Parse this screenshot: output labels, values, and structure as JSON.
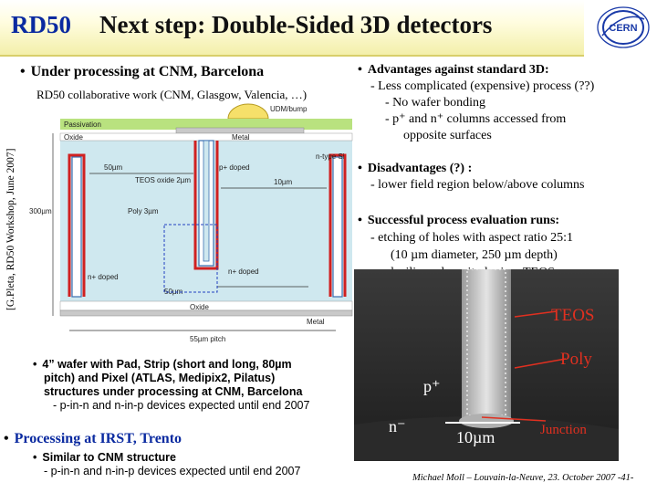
{
  "header": {
    "rd50": "RD50",
    "title": "Next step: Double-Sided 3D detectors",
    "logo_text": "CERN"
  },
  "left": {
    "bullet1": "Under processing at CNM, Barcelona",
    "collab": "RD50 collaborative work (CNM, Glasgow, Valencia, …)",
    "side_caption": "[G.Pleta, RD50 Workshop, June 2007]",
    "bullet2_lines": [
      "4” wafer with Pad, Strip (short and long, 80µm",
      "pitch) and Pixel (ATLAS, Medipix2, Pilatus)",
      "structures under processing at CNM, Barcelona",
      "- p-in-n and n-in-p devices expected until end 2007"
    ],
    "bullet3": "Processing at IRST, Trento",
    "bullet3_sub_lines": [
      "Similar to CNM structure",
      "- p-in-n and n-in-p devices expected until end 2007"
    ]
  },
  "diagram": {
    "labels": {
      "udm": "UDM/bump",
      "passivation": "Passivation",
      "oxide_top": "Oxide",
      "metal_top": "Metal",
      "nsi": "n-type Si",
      "w50": "50µm",
      "teos": "TEOS oxide 2µm",
      "pdoped": "p+ doped",
      "w10": "10µm",
      "poly": "Poly 3µm",
      "t300": "300µm",
      "ndoped_left": "n+ doped",
      "ndoped_right": "n+ doped",
      "b50": "50µm",
      "oxide_bottom": "Oxide",
      "metal_bottom": "Metal",
      "pitch": "55µm pitch"
    }
  },
  "right": {
    "adv_title": "Advantages against standard 3D:",
    "adv_lines": [
      "- Less complicated (expensive) process (??)",
      "- No wafer bonding",
      "- p⁺ and n⁺ columns accessed from",
      "opposite surfaces"
    ],
    "dis_title": "Disadvantages (?) :",
    "dis_line": "- lower field region below/above columns",
    "succ_title": "Successful process evaluation runs:",
    "succ_lines": [
      "- etching of holes with aspect ratio 25:1",
      "(10 µm diameter, 250 µm depth)",
      "- polysilicon deposit, doping, TEOS, .."
    ]
  },
  "photo": {
    "teos": "TEOS",
    "poly": "Poly",
    "pplus": "p⁺",
    "nminus": "n⁻",
    "scale": "10µm",
    "junction": "Junction"
  },
  "footer": "Michael Moll – Louvain-la-Neuve, 23. October 2007   -41-"
}
